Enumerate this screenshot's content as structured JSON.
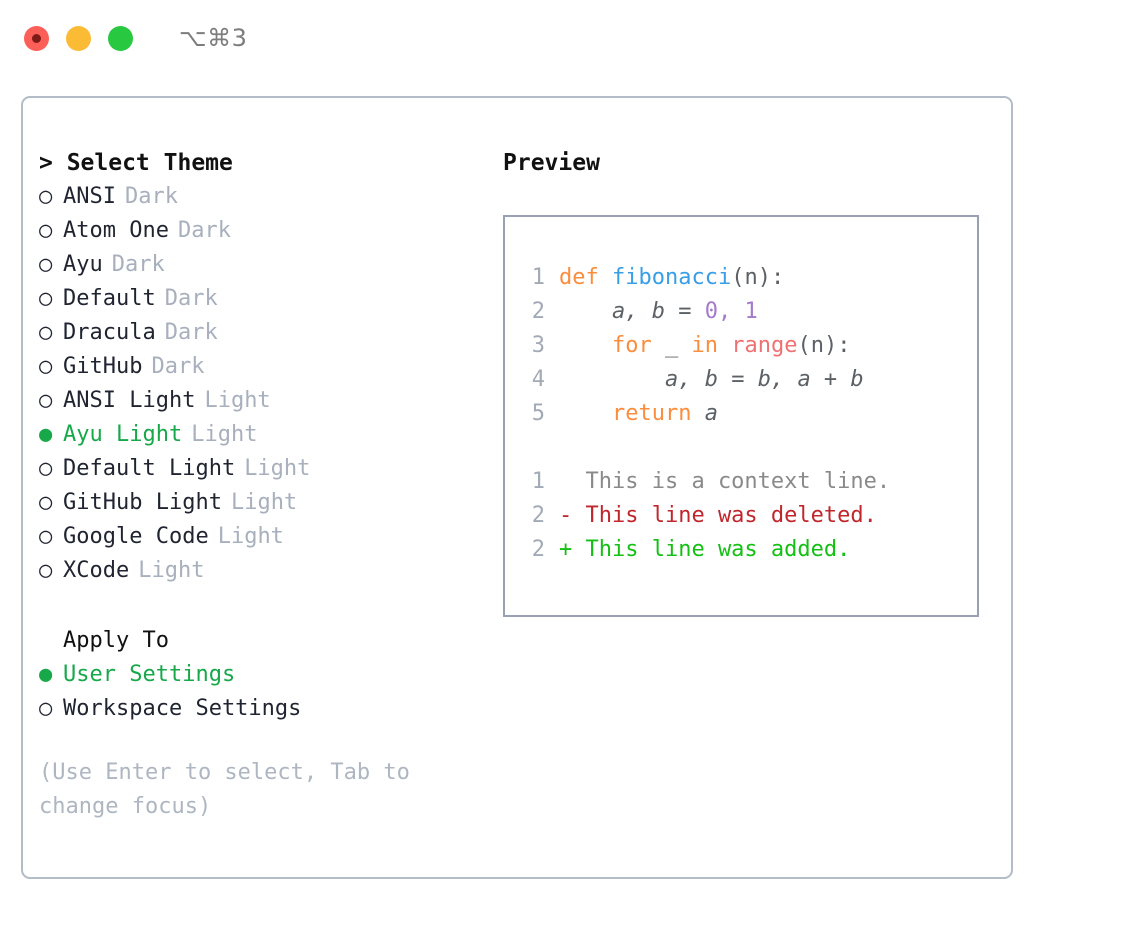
{
  "titlebar": {
    "shortcut": "⌥⌘3",
    "buttons": [
      {
        "name": "close",
        "color": "#FB5F57"
      },
      {
        "name": "minimize",
        "color": "#FCBB35"
      },
      {
        "name": "maximize",
        "color": "#28C840"
      }
    ]
  },
  "theme_section": {
    "header": "> Select Theme",
    "caret": ">",
    "title": "Select Theme",
    "bullet_selected": "●",
    "bullet_unselected": "○",
    "items": [
      {
        "label": "ANSI",
        "tag": "Dark",
        "selected": false
      },
      {
        "label": "Atom One",
        "tag": "Dark",
        "selected": false
      },
      {
        "label": "Ayu",
        "tag": "Dark",
        "selected": false
      },
      {
        "label": "Default",
        "tag": "Dark",
        "selected": false
      },
      {
        "label": "Dracula",
        "tag": "Dark",
        "selected": false
      },
      {
        "label": "GitHub",
        "tag": "Dark",
        "selected": false
      },
      {
        "label": "ANSI Light",
        "tag": "Light",
        "selected": false
      },
      {
        "label": "Ayu Light",
        "tag": "Light",
        "selected": true
      },
      {
        "label": "Default Light",
        "tag": "Light",
        "selected": false
      },
      {
        "label": "GitHub Light",
        "tag": "Light",
        "selected": false
      },
      {
        "label": "Google Code",
        "tag": "Light",
        "selected": false
      },
      {
        "label": "XCode",
        "tag": "Light",
        "selected": false
      }
    ]
  },
  "apply_to": {
    "header": "Apply To",
    "items": [
      {
        "label": "User Settings",
        "selected": true
      },
      {
        "label": "Workspace Settings",
        "selected": false
      }
    ]
  },
  "hint": "(Use Enter to select, Tab to change focus)",
  "preview": {
    "title": "Preview",
    "code_lines": [
      {
        "lineno": "1",
        "tokens": [
          {
            "text": "def ",
            "type": "kw"
          },
          {
            "text": "fibonacci",
            "type": "fn"
          },
          {
            "text": "(n):",
            "type": "punc"
          }
        ]
      },
      {
        "lineno": "2",
        "tokens": [
          {
            "text": "    ",
            "type": "punc"
          },
          {
            "text": "a, b",
            "type": "var"
          },
          {
            "text": " = ",
            "type": "punc"
          },
          {
            "text": "0",
            "type": "num"
          },
          {
            "text": ", ",
            "type": "num"
          },
          {
            "text": "1",
            "type": "num"
          }
        ]
      },
      {
        "lineno": "3",
        "tokens": [
          {
            "text": "    ",
            "type": "punc"
          },
          {
            "text": "for",
            "type": "kw"
          },
          {
            "text": " _ ",
            "type": "var"
          },
          {
            "text": "in",
            "type": "kw"
          },
          {
            "text": " ",
            "type": "punc"
          },
          {
            "text": "range",
            "type": "built"
          },
          {
            "text": "(n):",
            "type": "punc"
          }
        ]
      },
      {
        "lineno": "4",
        "tokens": [
          {
            "text": "        ",
            "type": "punc"
          },
          {
            "text": "a, b",
            "type": "var"
          },
          {
            "text": " = ",
            "type": "punc"
          },
          {
            "text": "b, a + b",
            "type": "var"
          }
        ]
      },
      {
        "lineno": "5",
        "tokens": [
          {
            "text": "    ",
            "type": "punc"
          },
          {
            "text": "return",
            "type": "kw"
          },
          {
            "text": " ",
            "type": "punc"
          },
          {
            "text": "a",
            "type": "var"
          }
        ]
      }
    ],
    "diff_lines": [
      {
        "lineno": "1",
        "marker": " ",
        "text": "  This is a context line.",
        "type": "ctx"
      },
      {
        "lineno": "2",
        "marker": "-",
        "text": "- This line was deleted.",
        "type": "del"
      },
      {
        "lineno": "2",
        "marker": "+",
        "text": "+ This line was added.",
        "type": "add"
      }
    ]
  },
  "colors": {
    "accent_green": "#17a84a",
    "muted": "#a8b0bd",
    "keyword": "#FA8D3E",
    "function": "#399EE6",
    "number": "#A37ACC",
    "builtin": "#F07171",
    "diff_add": "#15c015",
    "diff_del": "#c0272d",
    "panel_border": "#b4bcc8",
    "preview_border": "#97a1b2"
  }
}
